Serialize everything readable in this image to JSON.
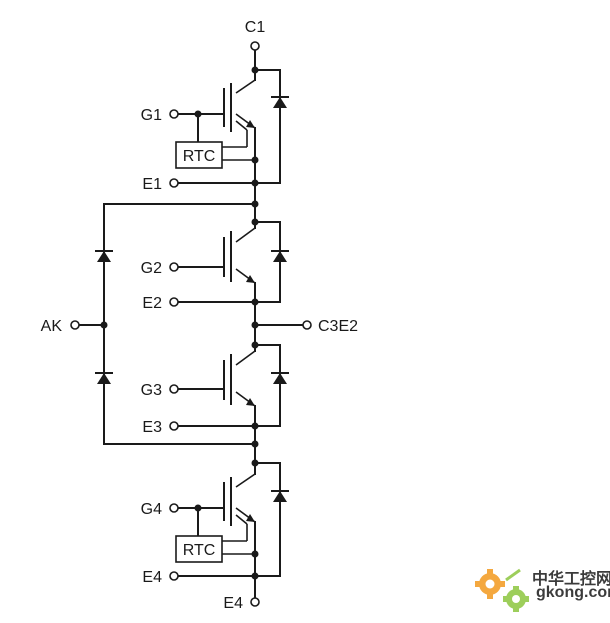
{
  "labels": {
    "c1": "C1",
    "g1": "G1",
    "e1": "E1",
    "rtc_top": "RTC",
    "g2": "G2",
    "e2": "E2",
    "ak": "AK",
    "c3e2": "C3E2",
    "g3": "G3",
    "e3": "E3",
    "g4": "G4",
    "rtc_bottom": "RTC",
    "e4_left": "E4",
    "e4_bottom": "E4"
  },
  "watermark": {
    "line1": "中华工控网",
    "line2": "gkong.com",
    "color_primary": "#f39a1e",
    "color_secondary": "#8cc63f"
  },
  "colors": {
    "wire": "#1a1a1a",
    "background": "#ffffff"
  }
}
